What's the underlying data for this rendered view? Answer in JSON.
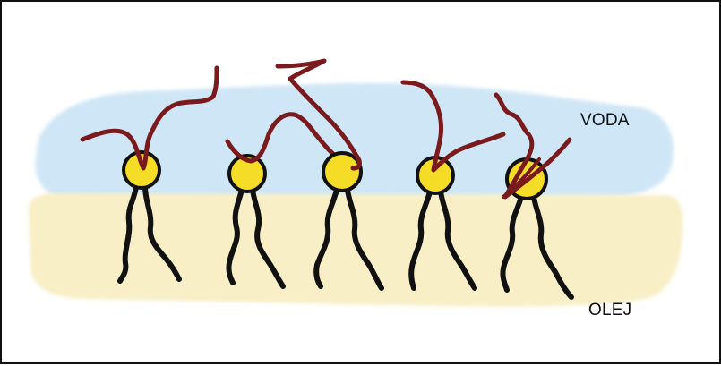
{
  "labels": {
    "water": "VODA",
    "oil": "OLEJ"
  },
  "colors": {
    "water": "#cfe6f6",
    "oil": "#f8efc6",
    "head_fill": "#f5dc26",
    "head_stroke": "#111111",
    "tail": "#111111",
    "polymer_chain": "#7a1a1c"
  },
  "molecules": [
    {
      "id": "m1"
    },
    {
      "id": "m2"
    },
    {
      "id": "m3"
    },
    {
      "id": "m4"
    },
    {
      "id": "m5"
    }
  ]
}
